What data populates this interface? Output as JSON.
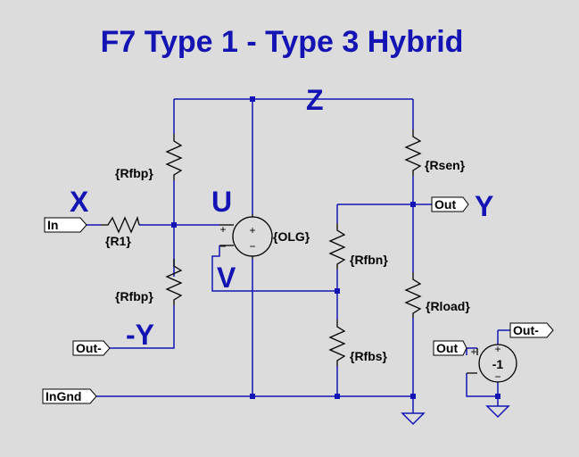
{
  "title": "F7 Type 1 -  Type 3 Hybrid",
  "node_labels": {
    "z": "Z",
    "x": "X",
    "u": "U",
    "y": "Y",
    "v": "V",
    "neg_y": "-Y"
  },
  "ports": {
    "in": "In",
    "out_minus": "Out-",
    "in_gnd": "InGnd",
    "out": "Out",
    "inv_in": "Out",
    "inv_out": "Out-"
  },
  "components": {
    "rfbp_top": "{Rfbp}",
    "rfbp_bottom": "{Rfbp}",
    "r1": "{R1}",
    "olg": "{OLG}",
    "rsen": "{Rsen}",
    "rfbn": "{Rfbn}",
    "rload": "{Rload}",
    "rfbs": "{Rfbs}",
    "inverter_gain": "-1"
  },
  "signs": {
    "plus": "+",
    "minus": "−"
  },
  "colors": {
    "wire": "#1414b4",
    "background": "#dcdcdc",
    "component": "#000000"
  }
}
